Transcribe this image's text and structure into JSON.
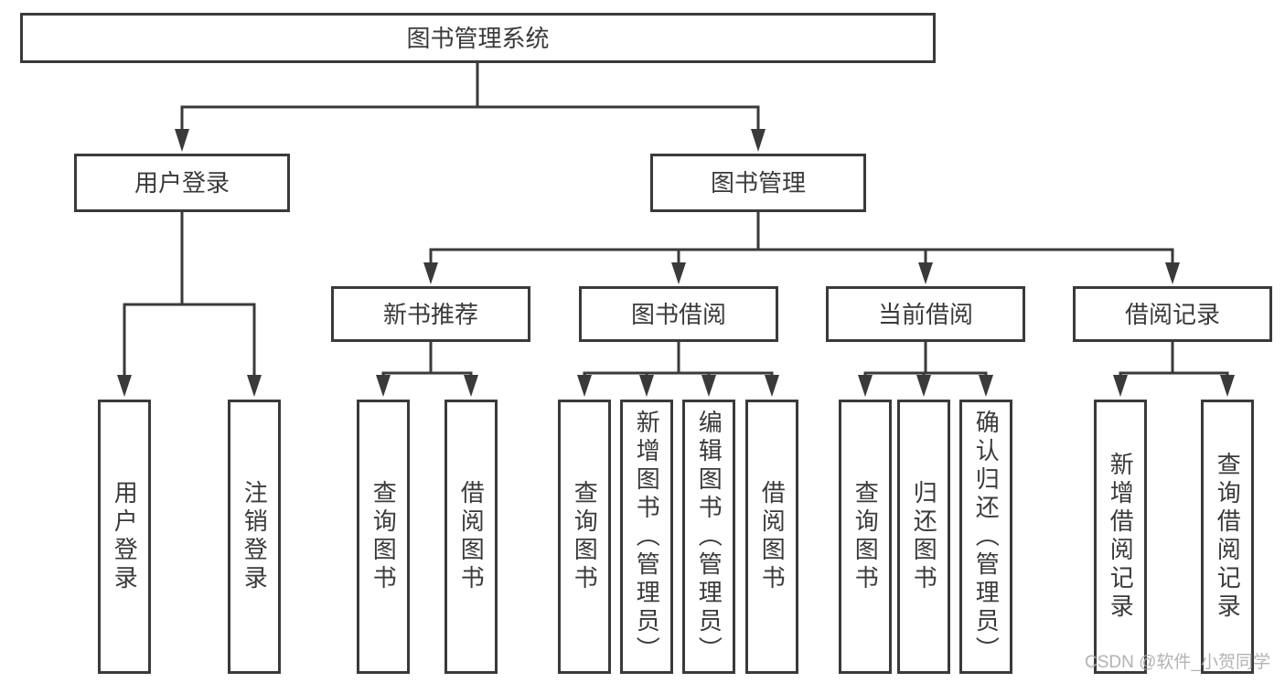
{
  "diagram_title": "图书管理系统",
  "watermark": "CSDN @软件_小贺同学",
  "colors": {
    "line": "#3a3a3a",
    "box_border": "#3a3a3a",
    "text": "#3a3a3a",
    "background": "#ffffff",
    "watermark": "#acacac"
  },
  "nodes": {
    "root": {
      "label": "图书管理系统",
      "children": [
        "用户登录",
        "图书管理"
      ]
    },
    "level2": [
      {
        "label": "用户登录",
        "children": [
          "用户登录",
          "注销登录"
        ]
      },
      {
        "label": "图书管理",
        "children": [
          "新书推荐",
          "图书借阅",
          "当前借阅",
          "借阅记录"
        ]
      }
    ],
    "level3": [
      {
        "label": "新书推荐",
        "children": [
          "查询图书",
          "借阅图书"
        ]
      },
      {
        "label": "图书借阅",
        "children": [
          "查询图书",
          "新增图书（管理员）",
          "编辑图书（管理员）",
          "借阅图书"
        ]
      },
      {
        "label": "当前借阅",
        "children": [
          "查询图书",
          "归还图书",
          "确认归还（管理员）"
        ]
      },
      {
        "label": "借阅记录",
        "children": [
          "新增借阅记录",
          "查询借阅记录"
        ]
      }
    ],
    "leaves": [
      {
        "label": "用户登录"
      },
      {
        "label": "注销登录"
      },
      {
        "label": "查询图书"
      },
      {
        "label": "借阅图书"
      },
      {
        "label": "查询图书"
      },
      {
        "label": "新增图书（管理员）"
      },
      {
        "label": "编辑图书（管理员）"
      },
      {
        "label": "借阅图书"
      },
      {
        "label": "查询图书"
      },
      {
        "label": "归还图书"
      },
      {
        "label": "确认归还（管理员）"
      },
      {
        "label": "新增借阅记录"
      },
      {
        "label": "查询借阅记录"
      }
    ]
  }
}
